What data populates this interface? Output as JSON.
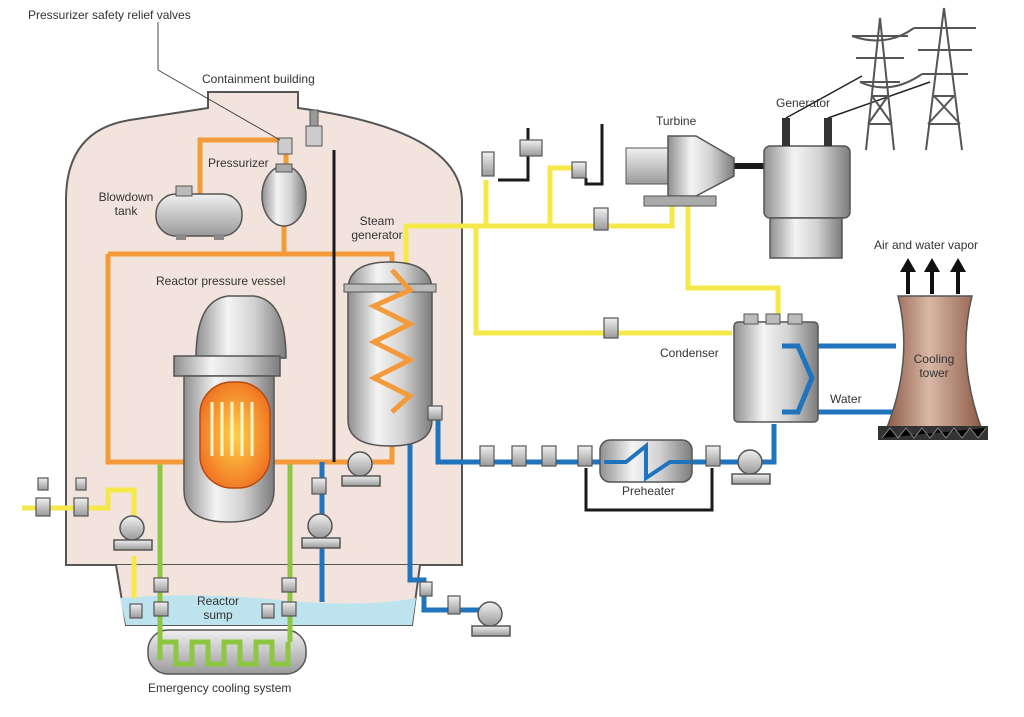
{
  "labels": {
    "pressurizer_relief_valves": "Pressurizer safety relief valves",
    "containment_building": "Containment building",
    "pressurizer": "Pressurizer",
    "blowdown_tank_line1": "Blowdown",
    "blowdown_tank_line2": "tank",
    "reactor_pressure_vessel": "Reactor pressure vessel",
    "steam_generator_line1": "Steam",
    "steam_generator_line2": "generator",
    "turbine": "Turbine",
    "generator": "Generator",
    "air_and_water_vapor": "Air and water vapor",
    "condenser": "Condenser",
    "cooling_tower_line1": "Cooling",
    "cooling_tower_line2": "tower",
    "water": "Water",
    "preheater": "Preheater",
    "reactor_sump_line1": "Reactor",
    "reactor_sump_line2": "sump",
    "emergency_cooling_system": "Emergency cooling system"
  },
  "colors": {
    "primary_loop": "#f39a3a",
    "steam_line": "#f5e84a",
    "cooling_water": "#1f74bd",
    "emergency_line": "#8dc63f",
    "containment_fill": "#f2e4dc",
    "sump_water": "#bde3ee",
    "cooling_tower": "#b07a63"
  }
}
